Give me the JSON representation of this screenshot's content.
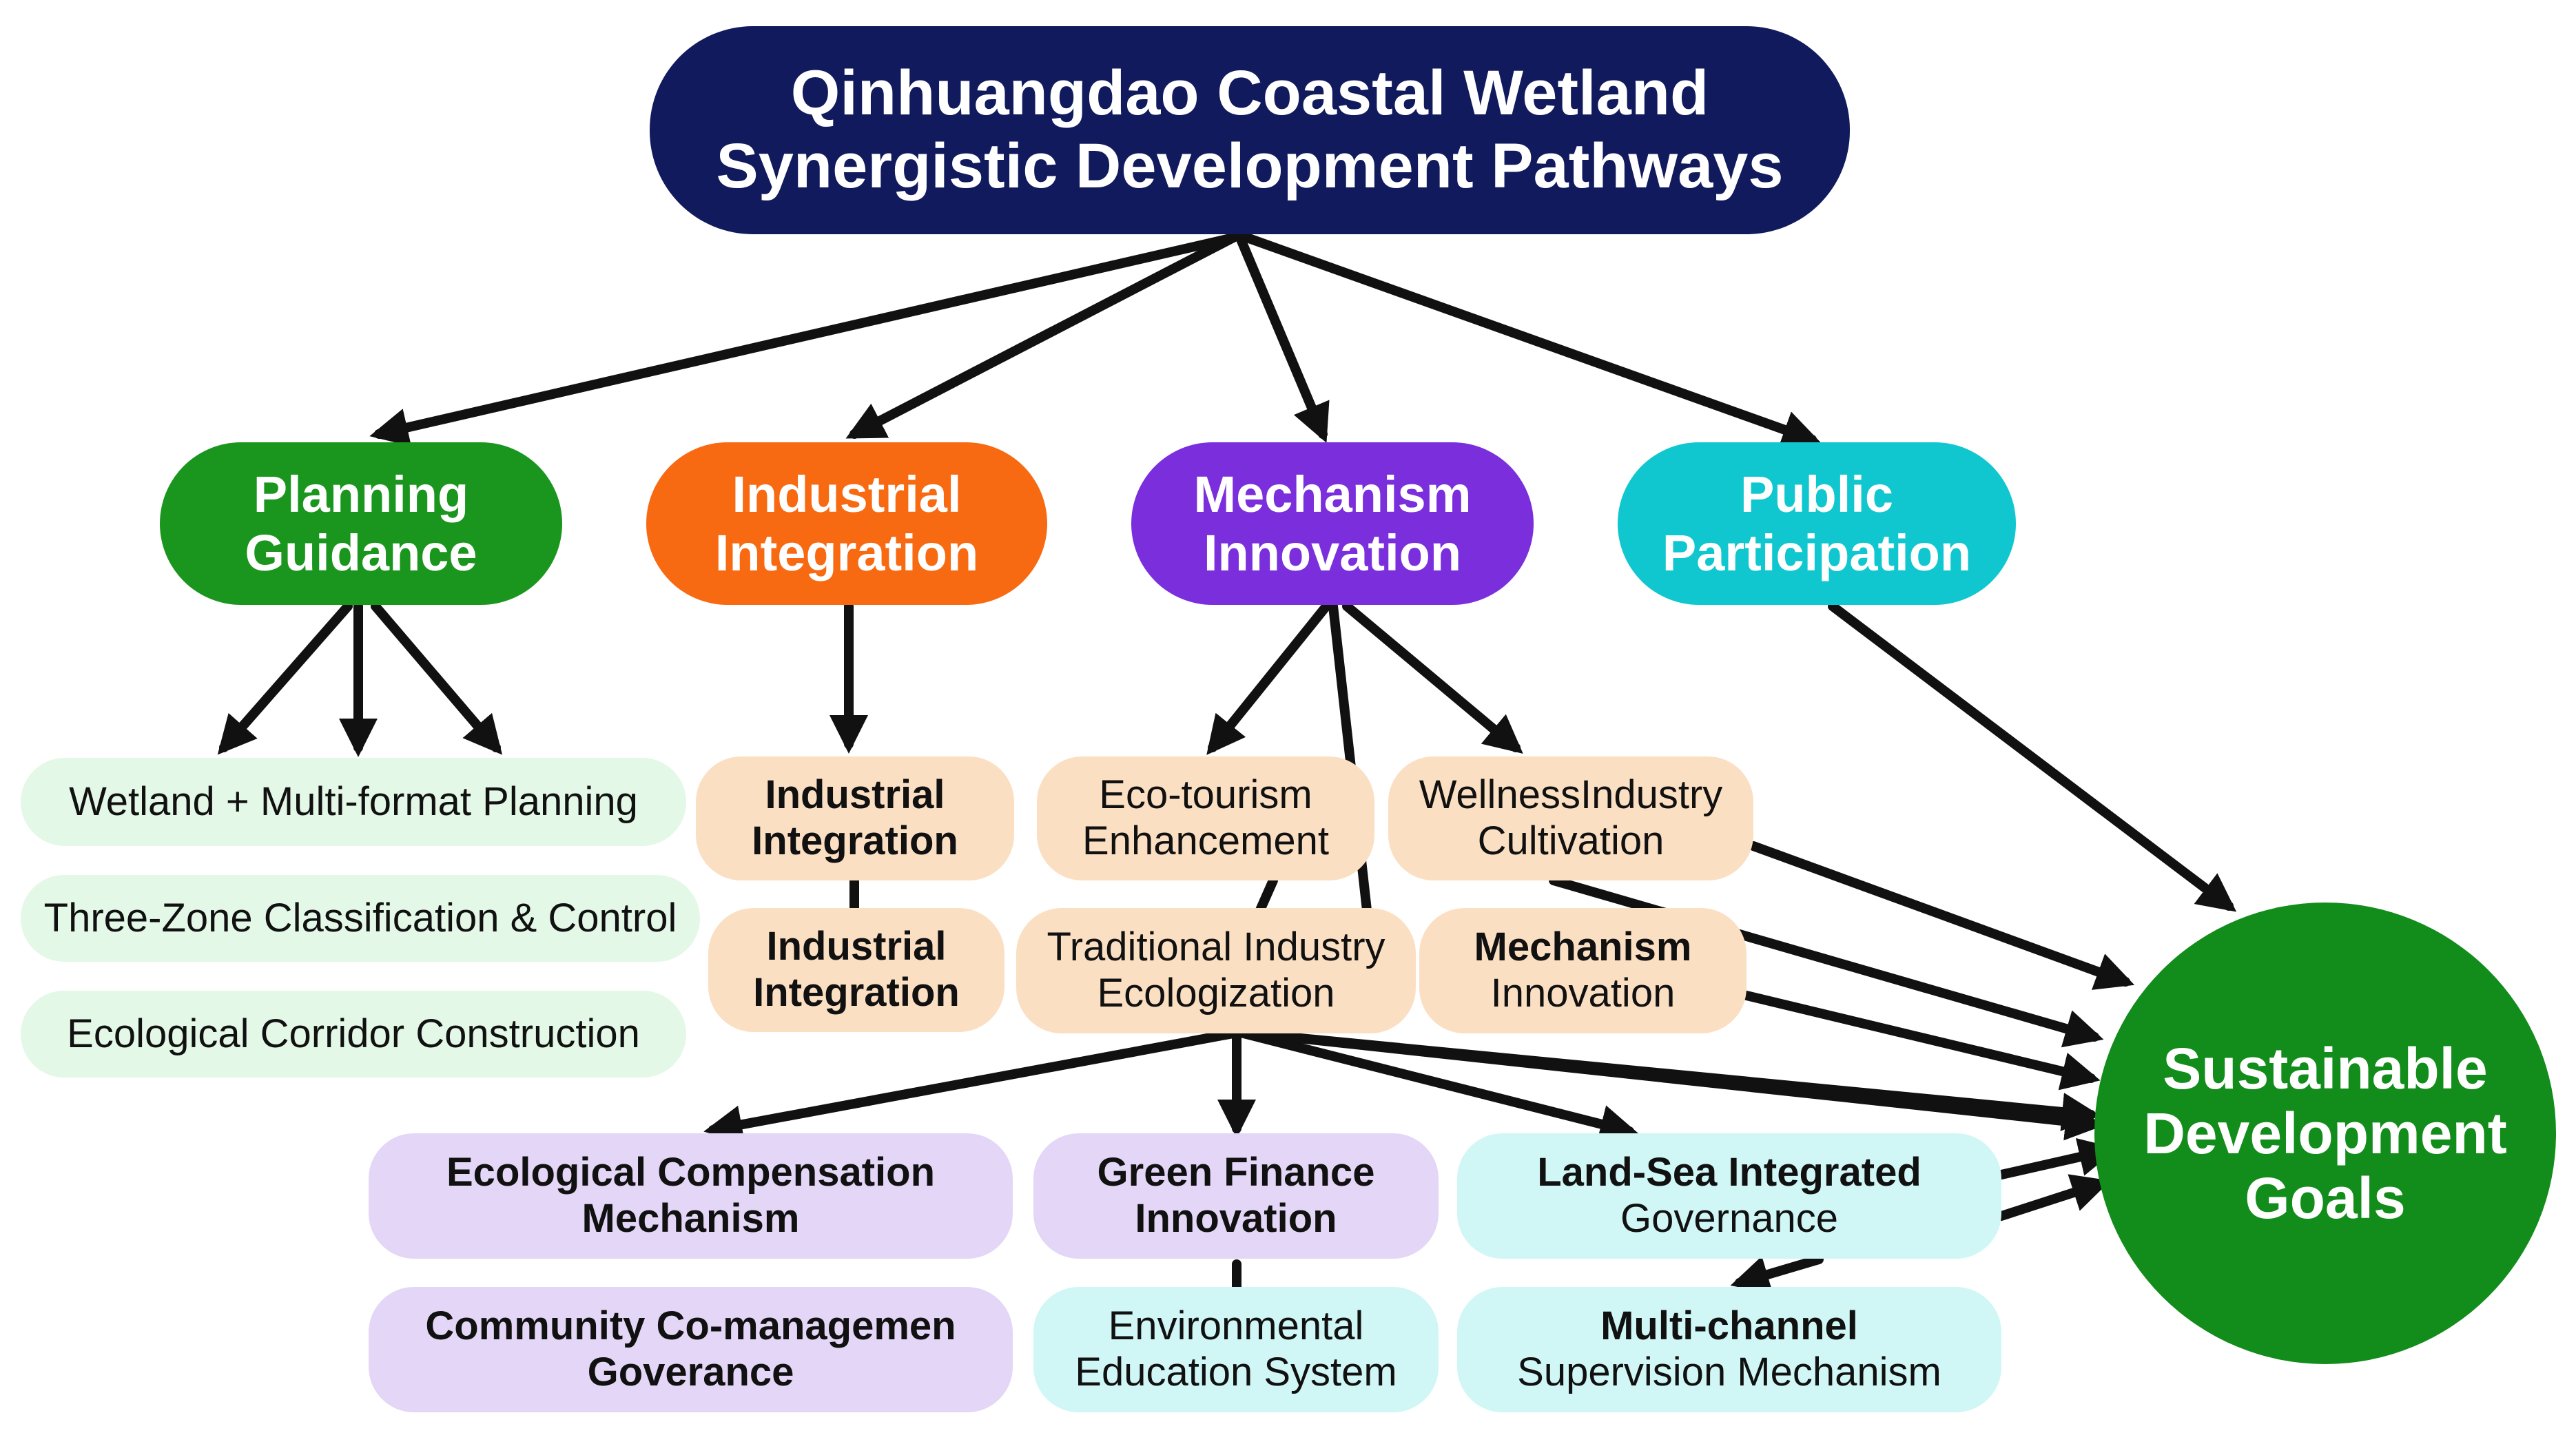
{
  "title": {
    "line1": "Qinhuangdao Coastal Wetland",
    "line2": "Synergistic Development Pathways",
    "color": "#111a5c"
  },
  "categories": {
    "planning": {
      "line1": "Planning",
      "line2": "Guidance",
      "color": "#1a961e"
    },
    "industrial": {
      "line1": "Industrial",
      "line2": "Integration",
      "color": "#f76a12"
    },
    "mechanism": {
      "line1": "Mechanism",
      "line2": "Innovation",
      "color": "#7b2fdc"
    },
    "public": {
      "line1": "Public",
      "line2": "Participation",
      "color": "#11c7cf"
    }
  },
  "planning_items": {
    "wetland_planning": "Wetland + Multi-format Planning",
    "three_zone": "Three-Zone Classification & Control",
    "eco_corridor": "Ecological Corridor Construction"
  },
  "industry_items": {
    "industrial_integration_a": {
      "line1": "Industrial",
      "line2": "Integration"
    },
    "industrial_integration_b": {
      "line1": "Industrial",
      "line2": "Integration"
    },
    "eco_tourism": {
      "line1": "Eco-tourism",
      "line2": "Enhancement"
    },
    "wellness": {
      "line1": "WellnessIndustry",
      "line2": "Cultivation"
    },
    "traditional": {
      "line1": "Traditional Industry",
      "line2": "Ecologization"
    },
    "mechanism_innovation": {
      "line1": "Mechanism",
      "line2": "Innovation"
    }
  },
  "mechanism_items": {
    "eco_compensation": {
      "line1": "Ecological Compensation",
      "line2": "Mechanism"
    },
    "green_finance": {
      "line1": "Green Finance",
      "line2": "Innovation"
    },
    "land_sea": {
      "line1": "Land-Sea Integrated",
      "line2": "Governance"
    },
    "community": {
      "line1": "Community Co-managemen",
      "line2": "Goverance"
    },
    "env_education": {
      "line1": "Environmental",
      "line2": "Education System"
    },
    "supervision": {
      "line1": "Multi-channel",
      "line2": "Supervision Mechanism"
    }
  },
  "goal": {
    "line1": "Sustainable",
    "line2": "Development",
    "line3": "Goals",
    "color": "#128c1a"
  },
  "palette": {
    "planning_item_bg": "#e3f8e6",
    "industry_item_bg": "#fbdfc3",
    "mechanism_item_bg": "#e3d6f6",
    "public_item_bg": "#d0f6f6",
    "edge": "#111111"
  }
}
